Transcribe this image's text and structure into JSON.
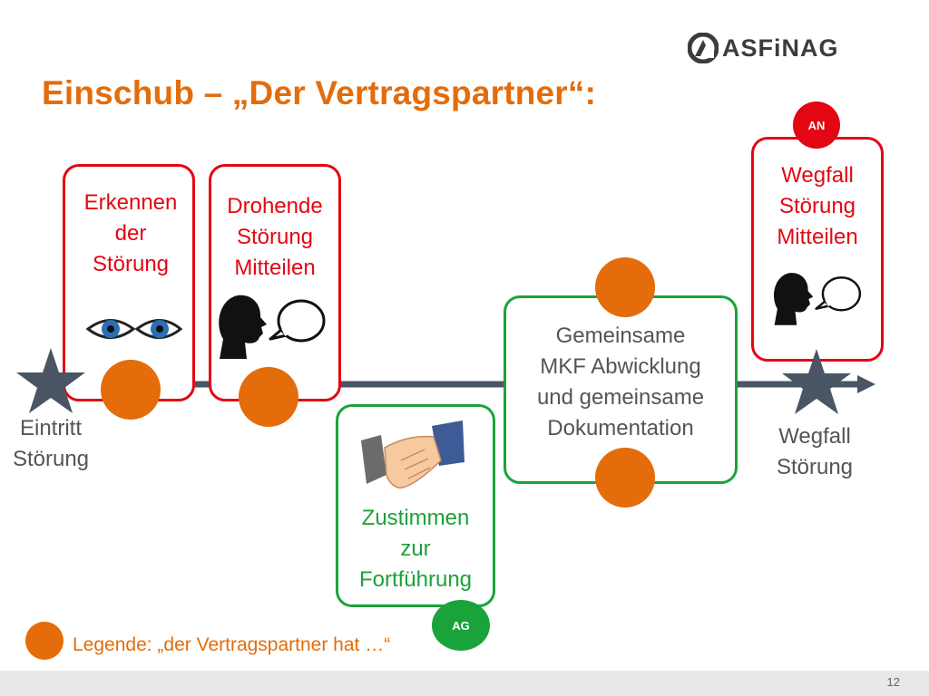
{
  "slide": {
    "title": "Einschub – „Der Vertragspartner“:",
    "logo_text": "ASFiNAG",
    "page_number": "12"
  },
  "boxes": [
    {
      "label": "Erkennen\nder\nStörung",
      "color": "red"
    },
    {
      "label": "Drohende\nStörung\nMitteilen",
      "color": "red"
    },
    {
      "label": "Zustimmen\nzur\nFortführung",
      "color": "green"
    },
    {
      "label": "Gemeinsame\nMKF Abwicklung\nund gemeinsame\nDokumentation",
      "color": "green"
    },
    {
      "label": "Wegfall\nStörung\nMitteilen",
      "color": "red"
    }
  ],
  "timeline": {
    "start_label": "Eintritt\nStörung",
    "end_label": "Wegfall\nStörung"
  },
  "badges": {
    "an": "AN",
    "ag": "AG"
  },
  "legend": {
    "text": "Legende: „der Vertragspartner hat …“"
  },
  "colors": {
    "accent_orange": "#E46C0A",
    "red": "#E30613",
    "green": "#1aa33a",
    "timeline": "#4a5565"
  },
  "icons": [
    "eyes-icon",
    "speaking-head-icon",
    "handshake-icon",
    "speaking-head-icon"
  ]
}
